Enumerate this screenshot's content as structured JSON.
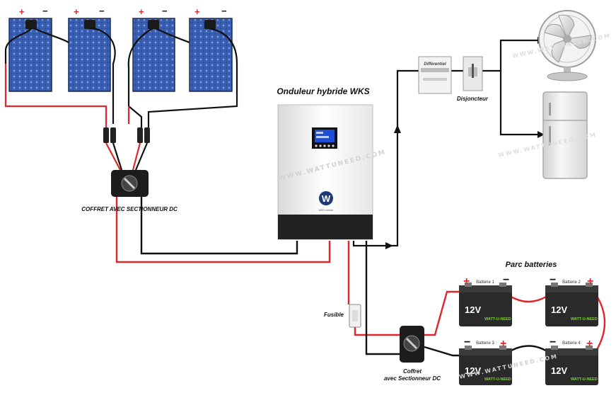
{
  "panels": {
    "plus_sign": "+",
    "minus_sign": "−"
  },
  "inverter": {
    "title": "Onduleur hybride WKS",
    "brand_letter": "W",
    "brand_text": "WKS Inverter"
  },
  "dc_box_top": {
    "label": "COFFRET AVEC SECTIONNEUR DC"
  },
  "differentiel": {
    "label": "Différentiel"
  },
  "disjoncteur": {
    "label": "Disjoncteur"
  },
  "fusible": {
    "label": "Fusible"
  },
  "dc_box_bottom": {
    "label_line1": "Coffret",
    "label_line2": "avec Sectionneur DC"
  },
  "battery_park": {
    "title": "Parc batteries",
    "batteries": [
      {
        "name": "Batterie 1",
        "voltage": "12V",
        "brand": "WATT-U-NEED",
        "plus": "+",
        "minus": "−"
      },
      {
        "name": "Batterie 2",
        "voltage": "12V",
        "brand": "WATT-U-NEED",
        "plus": "+",
        "minus": "−"
      },
      {
        "name": "Batterie 3",
        "voltage": "12V",
        "brand": "WATT-U-NEED",
        "plus": "+",
        "minus": "−"
      },
      {
        "name": "Batterie 4",
        "voltage": "12V",
        "brand": "WATT-U-NEED",
        "plus": "+",
        "minus": "−"
      }
    ]
  },
  "watermark": {
    "text": "WWW.WATTUNEED.COM"
  },
  "colors": {
    "positive_wire": "#e0262b",
    "negative_wire": "#111111",
    "panel_cell": "#2f4f9a",
    "battery_body": "#2a2a2a",
    "battery_label_green": "#7fd13b"
  }
}
